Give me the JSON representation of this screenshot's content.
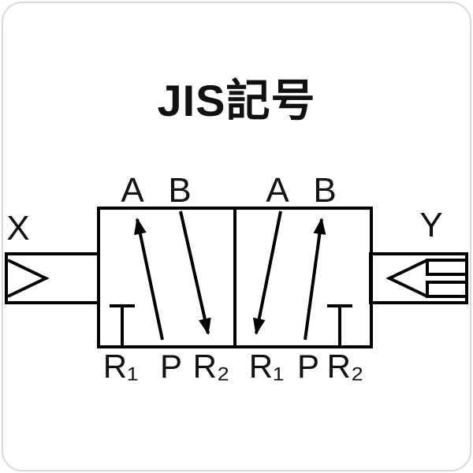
{
  "title": "JIS記号",
  "pilots": {
    "left": "X",
    "right": "Y"
  },
  "positions": [
    {
      "top": [
        "A",
        "B"
      ],
      "bottom": [
        "R₁",
        "P",
        "R₂"
      ]
    },
    {
      "top": [
        "A",
        "B"
      ],
      "bottom": [
        "R₁",
        "P",
        "R₂"
      ]
    }
  ],
  "colors": {
    "line": "#000000",
    "background": "#ffffff",
    "frame": "#d9d9d9"
  }
}
